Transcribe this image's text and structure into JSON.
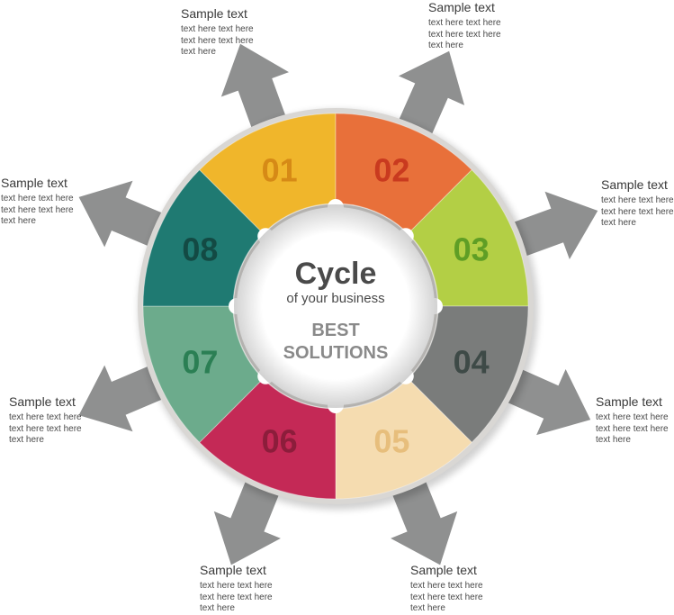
{
  "center": {
    "title": "Cycle",
    "subtitle": "of your business",
    "tagline_line1": "BEST",
    "tagline_line2": "SOLUTIONS"
  },
  "colors": {
    "arrow": "#8f9090",
    "ring_border": "#d9d7d4",
    "center_fill": "#ffffff",
    "title": "#4a4a4a",
    "tagline": "#8a8a8a"
  },
  "segments": [
    {
      "label": "01",
      "color": "#f0b62b",
      "text_color": "#d68a16"
    },
    {
      "label": "02",
      "color": "#e8703a",
      "text_color": "#c93a1f"
    },
    {
      "label": "03",
      "color": "#b3cf45",
      "text_color": "#5f9e25"
    },
    {
      "label": "04",
      "color": "#7a7c7b",
      "text_color": "#3e4a47"
    },
    {
      "label": "05",
      "color": "#f5dcb0",
      "text_color": "#e7be7c"
    },
    {
      "label": "06",
      "color": "#c42956",
      "text_color": "#8c1d3b"
    },
    {
      "label": "07",
      "color": "#6cab8c",
      "text_color": "#2b7f54"
    },
    {
      "label": "08",
      "color": "#1f7a72",
      "text_color": "#134a44"
    }
  ],
  "callouts": [
    {
      "title": "Sample text",
      "body": "text here text here text here text here text here"
    },
    {
      "title": "Sample text",
      "body": "text here text here text here text here text here"
    },
    {
      "title": "Sample text",
      "body": "text here text here text here text here text here"
    },
    {
      "title": "Sample text",
      "body": "text here text here text here text here text here"
    },
    {
      "title": "Sample text",
      "body": "text here text here text here text here text here"
    },
    {
      "title": "Sample text",
      "body": "text here text here text here text here text here"
    },
    {
      "title": "Sample text",
      "body": "text here text here text here text here text here"
    },
    {
      "title": "Sample text",
      "body": "text here text here text here text here text here"
    }
  ]
}
